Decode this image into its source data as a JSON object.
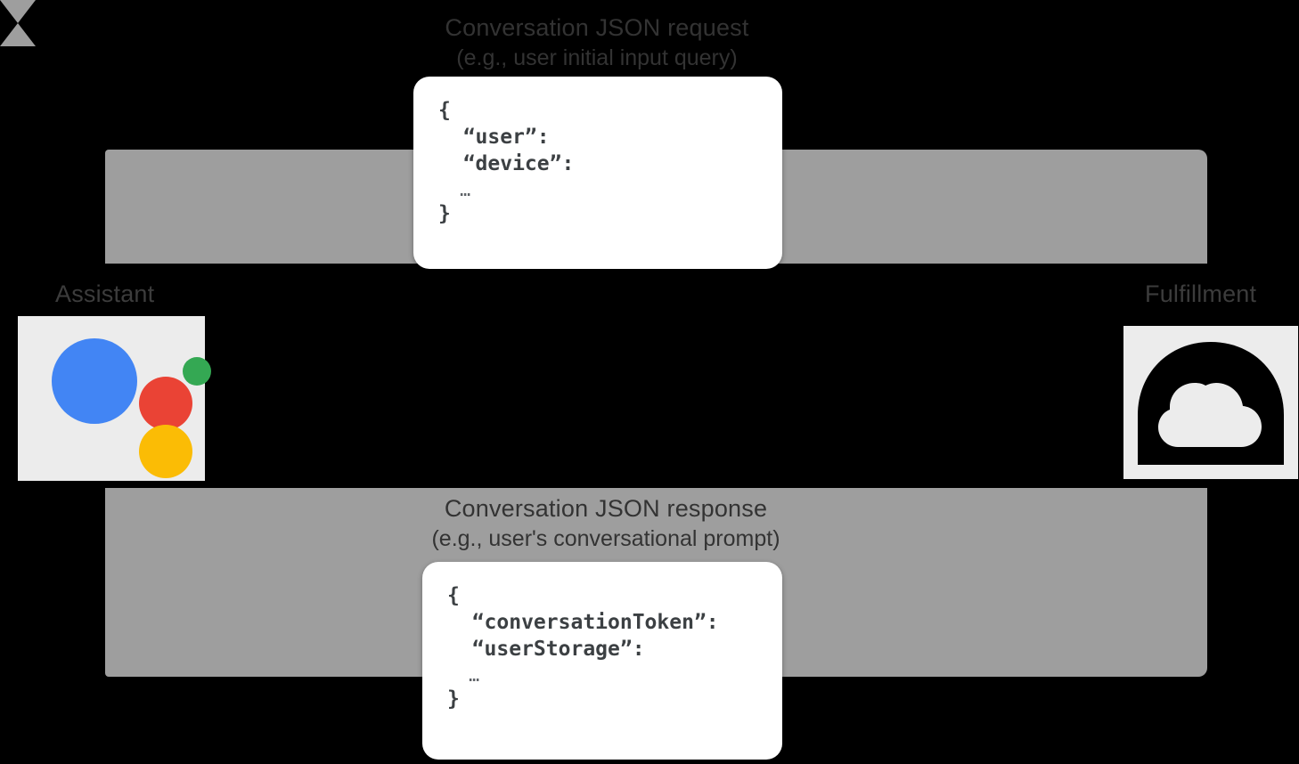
{
  "diagram": {
    "title": "Conversation JSON request / response flow",
    "background_color": "#000000",
    "arrow_color": "#9e9e9e",
    "card_color": "#ffffff",
    "text_color": "#333333"
  },
  "endpoints": {
    "assistant": {
      "label": "Assistant",
      "icon": "google-assistant-icon",
      "tile_color": "#ececec",
      "dots": [
        {
          "name": "blue",
          "color": "#4285f4"
        },
        {
          "name": "red",
          "color": "#ea4335"
        },
        {
          "name": "green",
          "color": "#34a853"
        },
        {
          "name": "yellow",
          "color": "#fbbc05"
        }
      ]
    },
    "fulfillment": {
      "label": "Fulfillment",
      "icon": "cloud-icon",
      "tile_color": "#ececec",
      "mark_color": "#000000"
    }
  },
  "flows": [
    {
      "id": "request",
      "direction": "assistant-to-fulfillment",
      "caption_title": "Conversation JSON request",
      "caption_subtitle": "(e.g., user initial input query)"
    },
    {
      "id": "response",
      "direction": "fulfillment-to-assistant",
      "caption_title": "Conversation JSON response",
      "caption_subtitle": "(e.g., user's conversational prompt)"
    }
  ],
  "json_request": {
    "lines": [
      "{",
      "  “user”:",
      "  “device”:",
      "  …",
      "}"
    ],
    "open_brace": "{",
    "key_1": "  “user”:",
    "key_2": "  “device”:",
    "ellipsis": "  …",
    "close_brace": "}"
  },
  "json_response": {
    "lines": [
      "{",
      "  “conversationToken”:",
      "  “userStorage”:",
      "  …",
      "}"
    ],
    "open_brace": "{",
    "key_1": "  “conversationToken”:",
    "key_2": "  “userStorage”:",
    "ellipsis": "  …",
    "close_brace": "}"
  }
}
